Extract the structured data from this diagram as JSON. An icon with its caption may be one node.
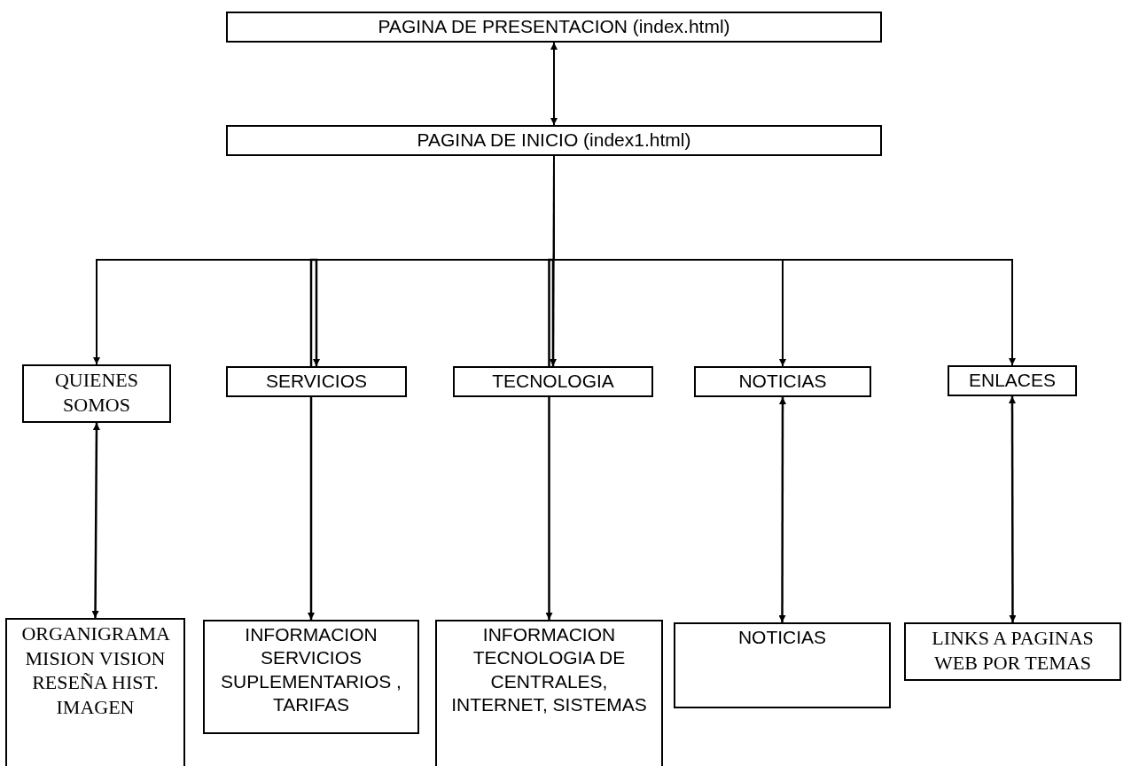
{
  "diagram": {
    "nodes": [
      {
        "text": [
          "PAGINA DE PRESENTACION (index.html)"
        ]
      },
      {
        "text": [
          "PAGINA DE INICIO (index1.html)"
        ]
      },
      {
        "text": [
          "QUIENES SOMOS"
        ]
      },
      {
        "text": [
          "SERVICIOS"
        ]
      },
      {
        "text": [
          "TECNOLOGIA"
        ]
      },
      {
        "text": [
          "NOTICIAS"
        ]
      },
      {
        "text": [
          "ENLACES"
        ]
      },
      {
        "text": [
          "ORGANIGRAMA MISION VISION RESEÑA HIST. IMAGEN"
        ]
      },
      {
        "text": [
          "INFORMACION SERVICIOS SUPLEMENTARIOS , TARIFAS"
        ]
      },
      {
        "text": [
          "INFORMACION TECNOLOGIA DE CENTRALES, INTERNET, SISTEMAS"
        ]
      },
      {
        "text": [
          "NOTICIAS"
        ]
      },
      {
        "text": [
          "LINKS A PAGINAS WEB POR TEMAS"
        ]
      }
    ],
    "edges": [
      {
        "from": 0,
        "to": 1,
        "arrow": "both"
      },
      {
        "from": 1,
        "to": 2,
        "arrow": "to"
      },
      {
        "from": 1,
        "to": 3,
        "arrow": "to"
      },
      {
        "from": 1,
        "to": 4,
        "arrow": "to"
      },
      {
        "from": 1,
        "to": 5,
        "arrow": "to"
      },
      {
        "from": 1,
        "to": 6,
        "arrow": "to"
      },
      {
        "from": 2,
        "to": 7,
        "arrow": "both"
      },
      {
        "from": 3,
        "to": 8,
        "arrow": "both"
      },
      {
        "from": 4,
        "to": 9,
        "arrow": "both"
      },
      {
        "from": 5,
        "to": 10,
        "arrow": "both"
      },
      {
        "from": 6,
        "to": 11,
        "arrow": "both"
      }
    ]
  }
}
